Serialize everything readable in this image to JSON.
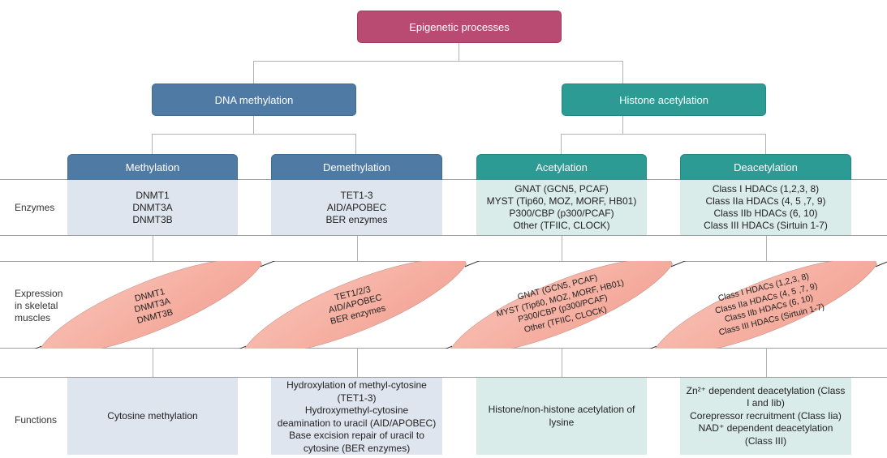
{
  "title": "Epigenetic processes",
  "branches": {
    "dna": "DNA methylation",
    "histone": "Histone acetylation"
  },
  "columns": [
    {
      "header": "Methylation"
    },
    {
      "header": "Demethylation"
    },
    {
      "header": "Acetylation"
    },
    {
      "header": "Deacetylation"
    }
  ],
  "rows": {
    "enzymes_label": "Enzymes",
    "expression_label": [
      "Expression",
      "in skeletal",
      "muscles"
    ],
    "functions_label": "Functions"
  },
  "enzymes": [
    [
      "DNMT1",
      "DNMT3A",
      "DNMT3B"
    ],
    [
      "TET1-3",
      "AID/APOBEC",
      "BER enzymes"
    ],
    [
      "GNAT (GCN5, PCAF)",
      "MYST (Tip60, MOZ, MORF, HB01)",
      "P300/CBP (p300/PCAF)",
      "Other (TFIIC, CLOCK)"
    ],
    [
      "Class I HDACs (1,2,3, 8)",
      "Class IIa HDACs (4, 5 ,7, 9)",
      "Class IIb HDACs (6, 10)",
      "Class III HDACs (Sirtuin 1-7)"
    ]
  ],
  "muscles": [
    [
      "DNMT1",
      "DNMT3A",
      "DNMT3B"
    ],
    [
      "TET1/2/3",
      "AID/APOBEC",
      "BER enzymes"
    ],
    [
      "GNAT (GCN5, PCAF)",
      "MYST (Tip60, MOZ, MORF, HB01)",
      "P300/CBP (p300/PCAF)",
      "Other (TFIIC, CLOCK)"
    ],
    [
      "Class I HDACs (1,2,3, 8)",
      "Class IIa HDACs (4, 5 ,7, 9)",
      "Class IIb HDACs (6, 10)",
      "Class III HDACs (Sirtuin 1-7)"
    ]
  ],
  "functions": [
    [
      "Cytosine methylation"
    ],
    [
      "Hydroxylation of methyl-cytosine",
      "(TET1-3)",
      "Hydroxymethyl-cytosine",
      "deamination to uracil (AID/APOBEC)",
      "Base excision repair of uracil to",
      "cytosine (BER enzymes)"
    ],
    [
      "Histone/non-histone acetylation of",
      "lysine"
    ],
    [
      "Zn²⁺ dependent deacetylation (Class",
      "I and Iib)",
      "Corepressor recruitment (Class Iia)",
      "NAD⁺ dependent deacetylation",
      "(Class III)"
    ]
  ],
  "colors": {
    "top": "#b94a72",
    "dna": "#4f7aa3",
    "histone": "#2c9b94",
    "muscle": "#f6b1a4",
    "cell_blue": "#dfe5ee",
    "cell_teal": "#d9ecea"
  }
}
